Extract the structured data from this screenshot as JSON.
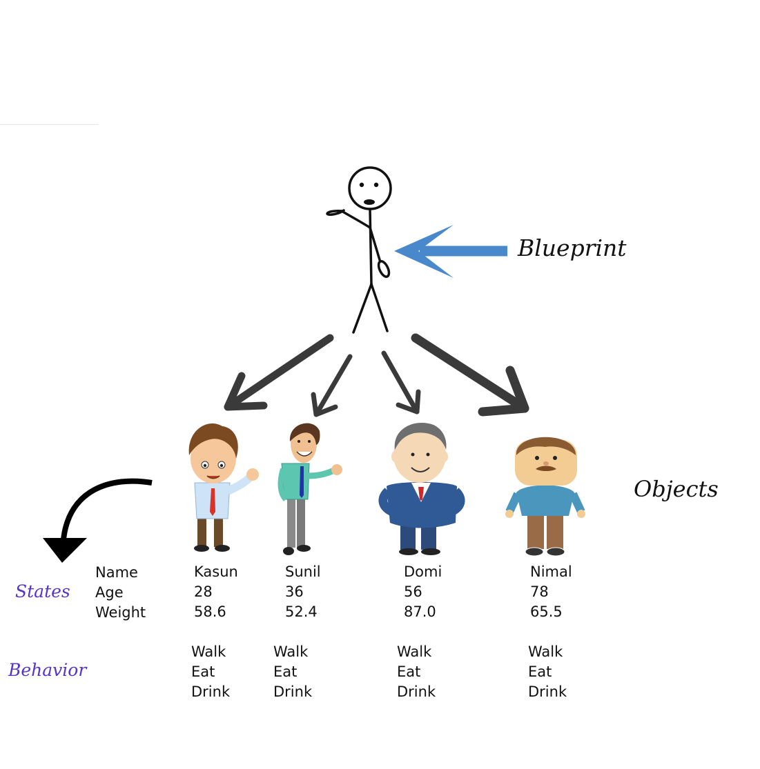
{
  "labels": {
    "blueprint": "Blueprint",
    "objects": "Objects",
    "states": "States",
    "behavior": "Behavior"
  },
  "state_fields": [
    "Name",
    "Age",
    "Weight"
  ],
  "objects": [
    {
      "name": "Kasun",
      "age": "28",
      "weight": "58.6",
      "behaviors": [
        "Walk",
        "Eat",
        "Drink"
      ]
    },
    {
      "name": "Sunil",
      "age": "36",
      "weight": "52.4",
      "behaviors": [
        "Walk",
        "Eat",
        "Drink"
      ]
    },
    {
      "name": "Domi",
      "age": "56",
      "weight": "87.0",
      "behaviors": [
        "Walk",
        "Eat",
        "Drink"
      ]
    },
    {
      "name": "Nimal",
      "age": "78",
      "weight": "65.5",
      "behaviors": [
        "Walk",
        "Eat",
        "Drink"
      ]
    }
  ],
  "icons": {
    "blueprint": "stick-figure-icon",
    "kasun": "cartoon-man-waving-icon",
    "sunil": "cartoon-man-tall-icon",
    "domi": "cartoon-man-suit-icon",
    "nimal": "cartoon-man-mustache-icon"
  },
  "colors": {
    "label_purple": "#5533cc",
    "blueprint_arrow": "#4a88cc",
    "dark_arrow": "#3a3a3a"
  }
}
